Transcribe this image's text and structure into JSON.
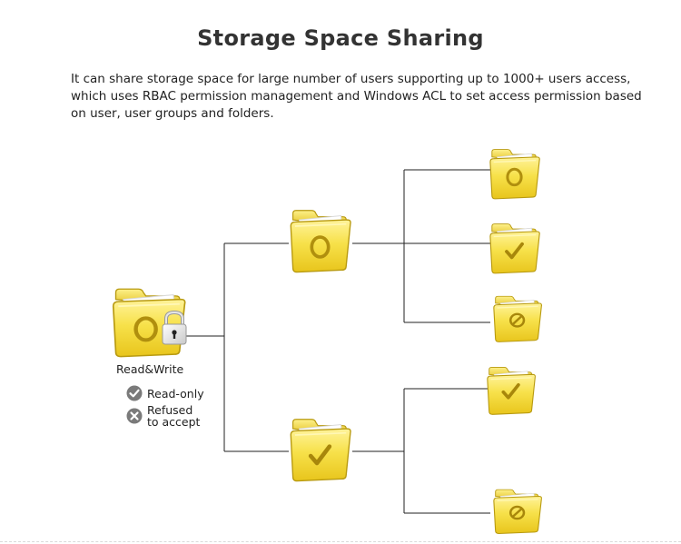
{
  "header": {
    "title": "Storage Space Sharing",
    "description": "It can share storage space for large number of users supporting up to 1000+ users access, which uses RBAC permission management and Windows ACL to set access permission based on user, user groups and folders."
  },
  "legend": {
    "read_write": "Read&Write",
    "read_only": "Read-only",
    "refused_line1": "Refused",
    "refused_line2": "to accept"
  },
  "colors": {
    "folder_body": "#f7e14a",
    "folder_edge": "#b89a10",
    "symbol": "#b08f0e",
    "line": "#222222",
    "legend_icon": "#777777"
  },
  "icons": {
    "root": "folder-readwrite-locked-icon",
    "level1_top": "folder-readwrite-icon",
    "level1_bottom": "folder-readonly-icon",
    "leaf_1": "folder-readwrite-icon",
    "leaf_2": "folder-readonly-icon",
    "leaf_3": "folder-refused-icon",
    "leaf_4": "folder-readonly-icon",
    "leaf_5": "folder-refused-icon"
  }
}
